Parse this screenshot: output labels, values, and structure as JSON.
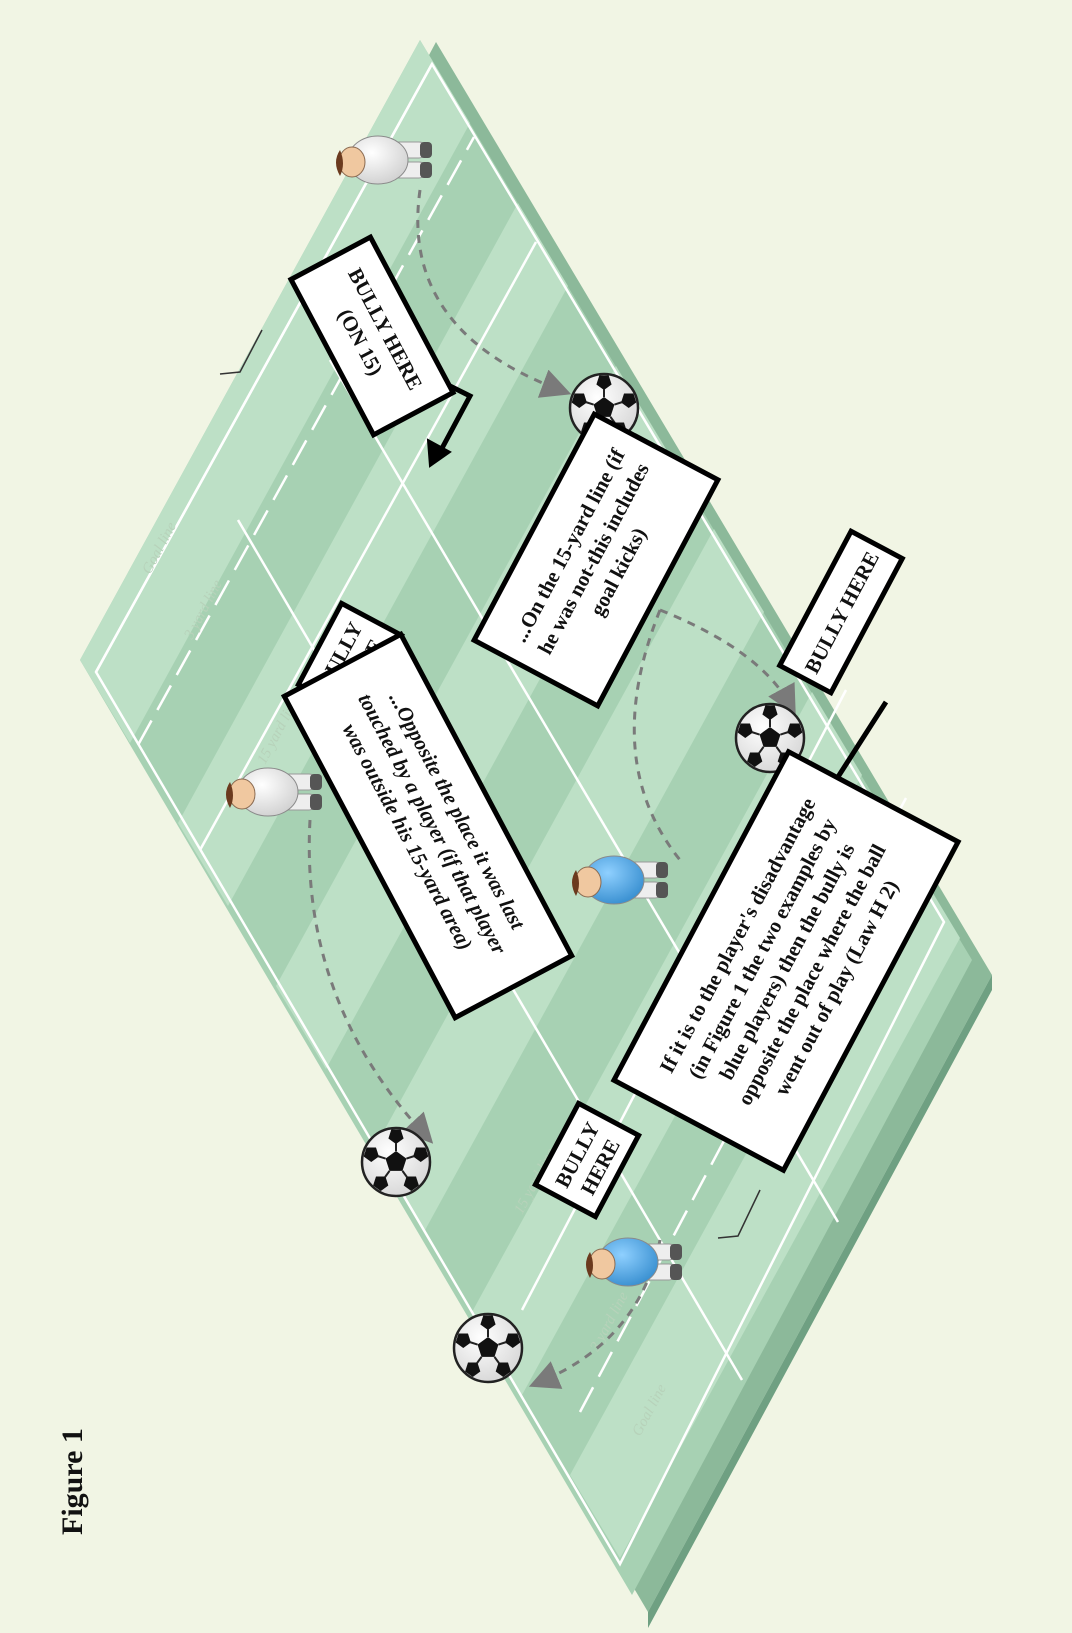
{
  "figure": {
    "label": "Figure 1"
  },
  "field_labels": {
    "goal_line_top": "Goal line",
    "three_yard_top": "3 yard line",
    "fifteen_yard_top": "15 yard line",
    "fifteen_yard_bottom": "15 yard line",
    "three_yard_bottom": "3 yard line",
    "goal_line_bottom": "Goal line"
  },
  "callouts": {
    "bully_on_15": [
      "BULLY HERE",
      "(ON 15)"
    ],
    "bully_here_a": [
      "BULLY",
      "HERE"
    ],
    "on_15_line": [
      "...On the 15-yard line (if",
      "he was not-this includes",
      "goal kicks)"
    ],
    "opposite_last": [
      "...Opposite the place it was last",
      "touched by a player (if that player",
      "was outside his 15-yard area)"
    ],
    "bully_here_b": [
      "BULLY HERE"
    ],
    "disadvantage": [
      "If it is to the player's disadvantage",
      "(in Figure 1 the two examples by",
      "blue players) then the bully is",
      "opposite the place where the ball",
      "went out of play (Law H 2)"
    ],
    "bully_here_c": [
      "BULLY",
      "HERE"
    ]
  },
  "colors": {
    "background": "#f1f5e4",
    "field_dark": "#9bc8a8",
    "field_light": "#bde0c6",
    "field_edge": "#73a888",
    "white_team": "#f5f5f5",
    "blue_team": "#3f9ee0",
    "arrow_dashed": "#7a7a7a",
    "callout_border": "#000000"
  }
}
